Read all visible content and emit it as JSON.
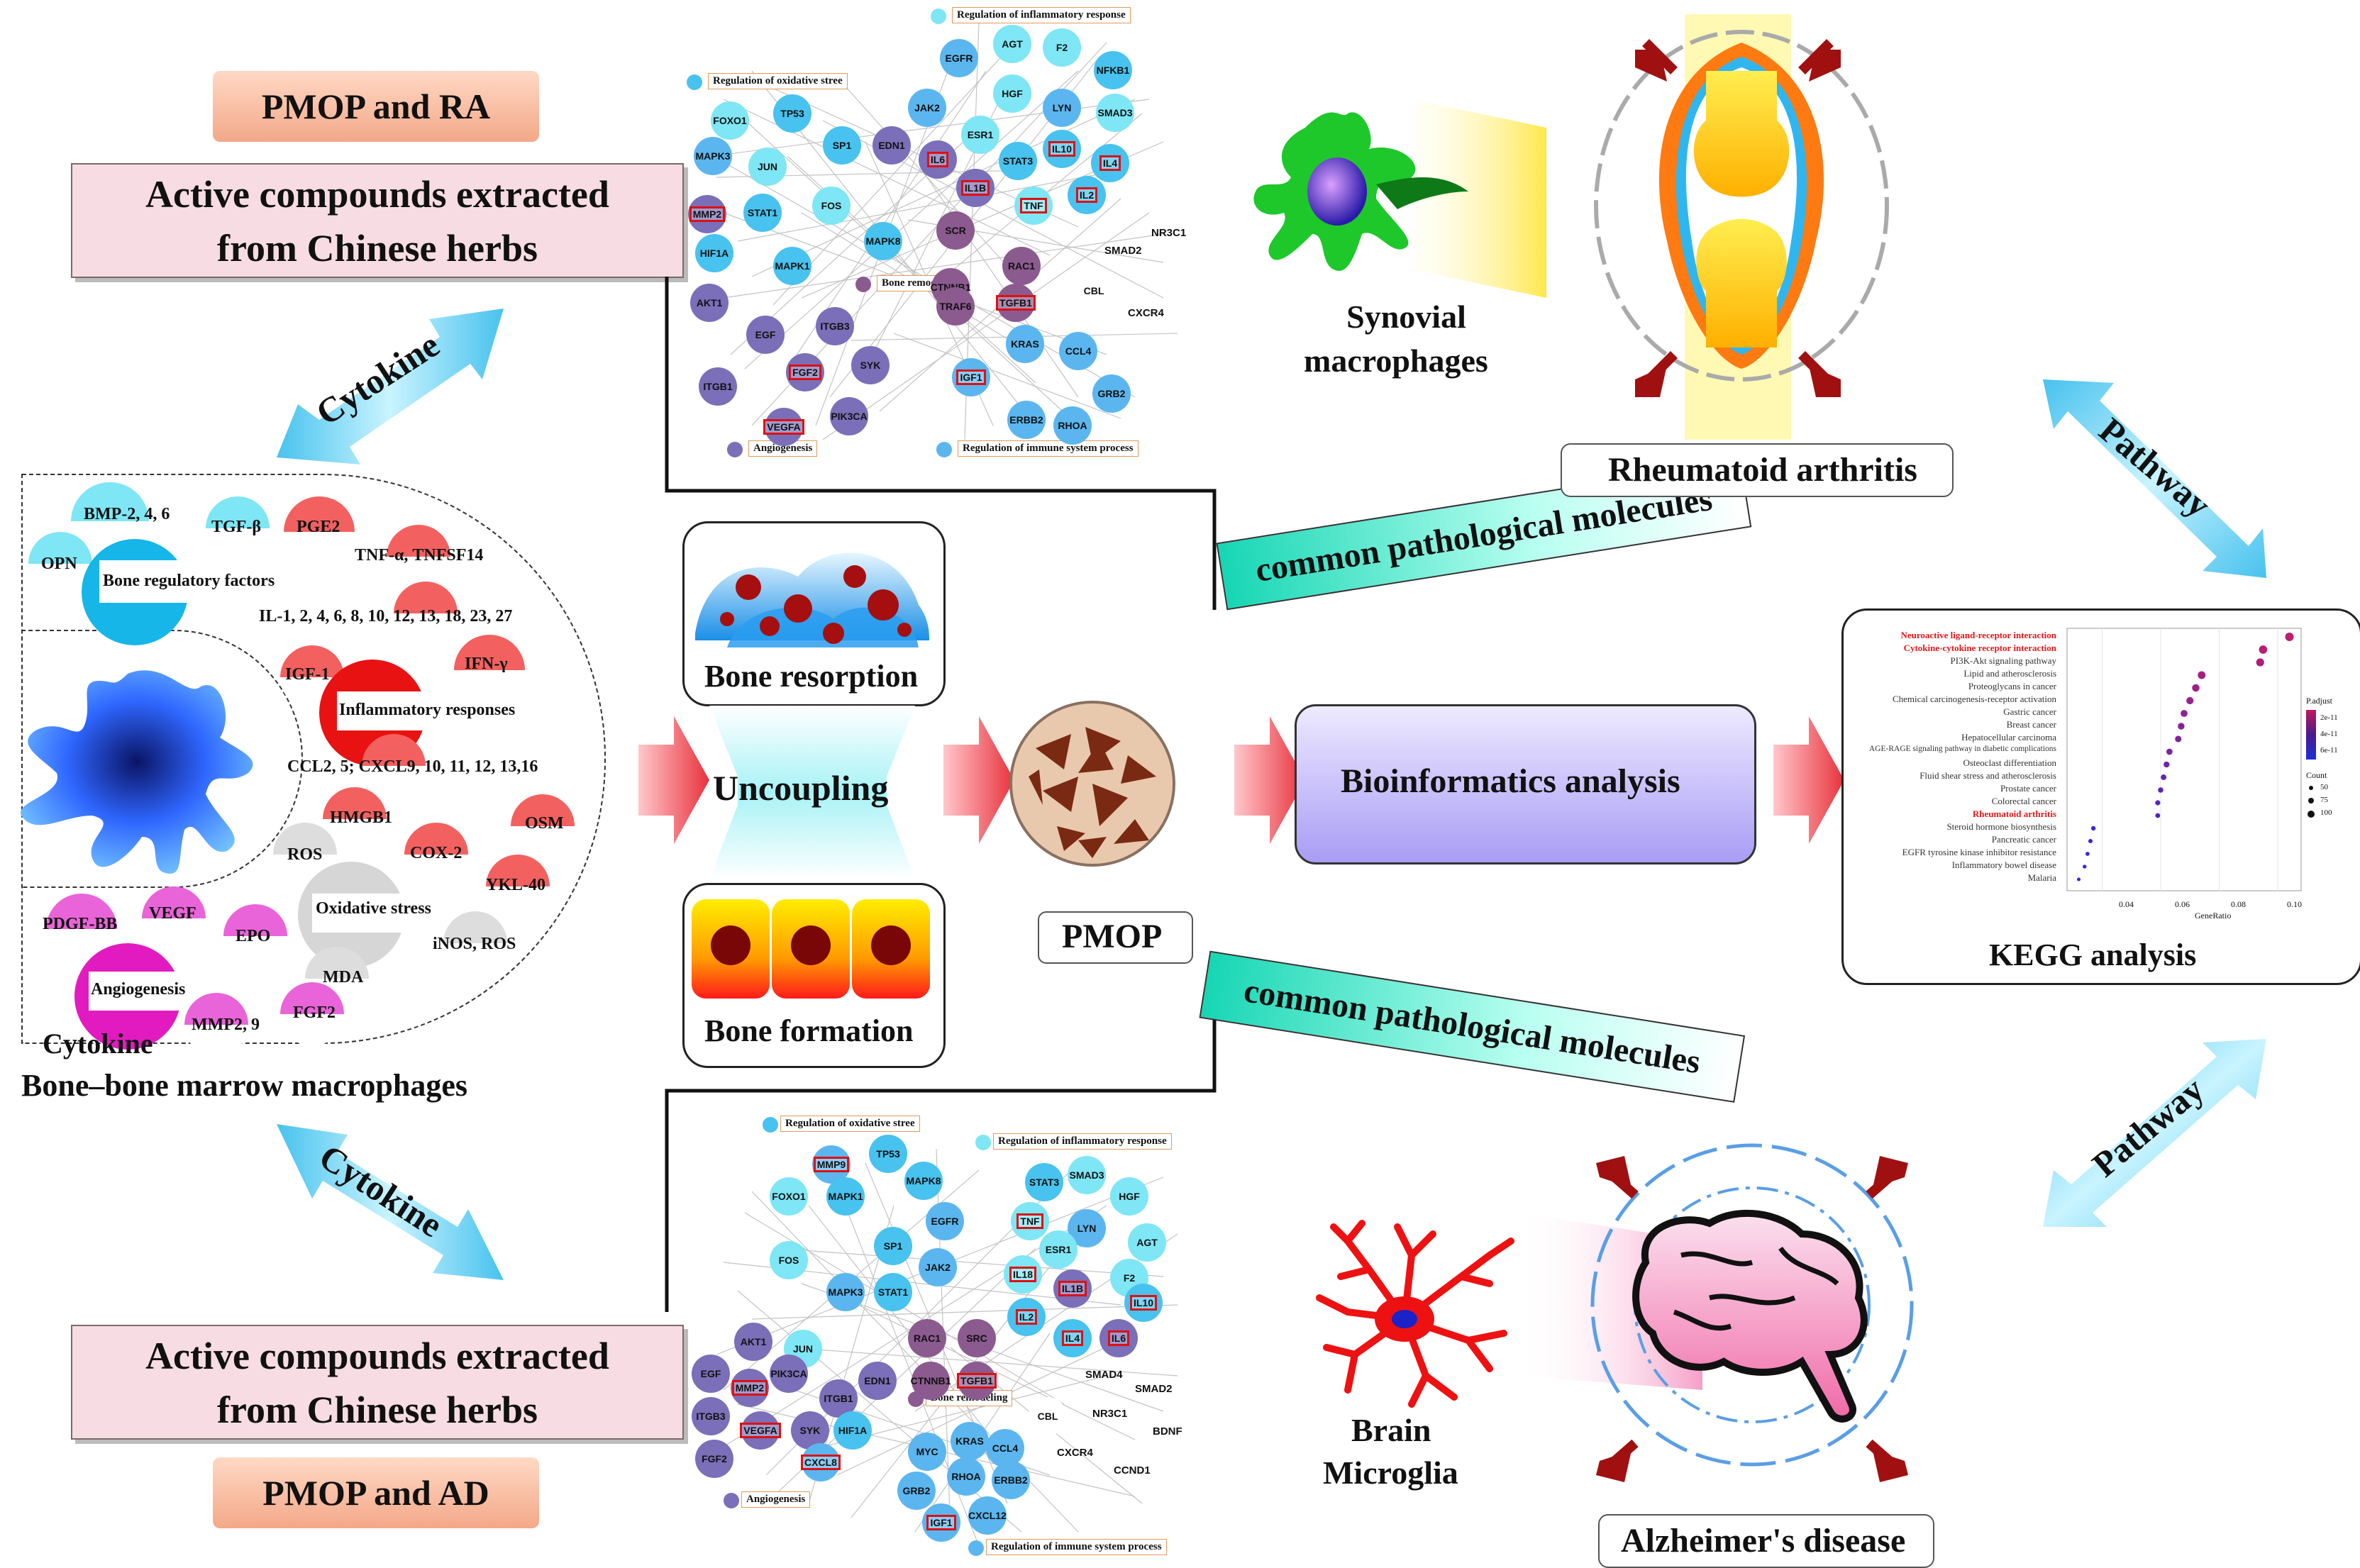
{
  "top_left": {
    "tag": "PMOP and RA",
    "box_line1": "Active compounds extracted",
    "box_line2": "from Chinese herbs"
  },
  "bottom_left": {
    "tag": "PMOP and AD",
    "box_line1": "Active compounds extracted",
    "box_line2": "from Chinese herbs"
  },
  "cytokine_arrow_top": "Cytokine",
  "cytokine_arrow_bottom": "Cytokine",
  "pathway_top": "Pathway",
  "pathway_bottom": "Pathway",
  "left_panel": {
    "groups": {
      "bone_regulatory": "Bone regulatory factors",
      "inflammatory": "Inflammatory responses",
      "oxidative": "Oxidative stress",
      "angiogenesis": "Angiogenesis"
    },
    "items": {
      "bmp": "BMP-2, 4, 6",
      "tgf": "TGF-β",
      "pge2": "PGE2",
      "opn": "OPN",
      "tnf": "TNF-α, TNFSF14",
      "il": "IL-1, 2, 4, 6, 8, 10, 12, 13, 18, 23, 27",
      "igf1": "IGF-1",
      "ifn": "IFN-γ",
      "ccl": "CCL2, 5; CXCL9, 10, 11, 12, 13,16",
      "hmgb1": "HMGB1",
      "ros": "ROS",
      "cox2": "COX-2",
      "osm": "OSM",
      "ykl": "YKL-40",
      "inos": "iNOS, ROS",
      "mda": "MDA",
      "pdgf": "PDGF-BB",
      "vegf": "VEGF",
      "epo": "EPO",
      "mmp": "MMP2, 9",
      "fgf2": "FGF2"
    },
    "cytokine_label": "Cytokine",
    "caption": "Bone–bone marrow macrophages"
  },
  "center": {
    "bone_resorption": "Bone resorption",
    "uncoupling": "Uncoupling",
    "bone_formation": "Bone formation",
    "pmop": "PMOP",
    "bioinformatics": "Bioinformatics analysis",
    "common_top": "common pathological molecules",
    "common_bottom": "common pathological molecules"
  },
  "right": {
    "synovial": [
      "Synovial",
      "macrophages"
    ],
    "ra": "Rheumatoid arthritis",
    "brain": [
      "Brain",
      "Microglia"
    ],
    "ad": "Alzheimer's disease",
    "kegg_title": "KEGG analysis"
  },
  "network_top": {
    "legends": {
      "inflammatory": "Regulation of inflammatory response",
      "oxidative": "Regulation of oxidative stree",
      "bone": "Bone remodeling",
      "angiogenesis": "Angiogenesis",
      "immune": "Regulation of immune system process"
    }
  },
  "network_bottom": {
    "legends": {
      "oxidative": "Regulation of oxidative stree",
      "inflammatory": "Regulation of inflammatory response",
      "bone": "Bone remodeling",
      "angiogenesis": "Angiogenesis",
      "immune": "Regulation of immune system process"
    }
  },
  "kegg_chart": {
    "terms": [
      "Neuroactive ligand-receptor interaction",
      "Cytokine-cytokine receptor interaction",
      "PI3K-Akt signaling pathway",
      "Lipid and atherosclerosis",
      "Proteoglycans in cancer",
      "Chemical carcinogenesis-receptor activation",
      "Gastric cancer",
      "Breast cancer",
      "Hepatocellular carcinoma",
      "AGE-RAGE signaling pathway in diabetic complications",
      "Osteoclast differentiation",
      "Fluid shear stress and atherosclerosis",
      "Prostate cancer",
      "Colorectal cancer",
      "Rheumatoid arthritis",
      "Steroid hormone biosynthesis",
      "Pancreatic cancer",
      "EGFR tyrosine kinase inhibitor resistance",
      "Inflammatory bowel disease",
      "Malaria"
    ],
    "gene_ratio": [
      0.104,
      0.095,
      0.094,
      0.074,
      0.072,
      0.07,
      0.068,
      0.067,
      0.066,
      0.063,
      0.062,
      0.061,
      0.06,
      0.059,
      0.059,
      0.037,
      0.036,
      0.035,
      0.034,
      0.032
    ],
    "highlighted": [
      0,
      1,
      14
    ],
    "xlabel": "GeneRatio",
    "xticks": [
      "0.04",
      "0.06",
      "0.08",
      "0.10"
    ],
    "legend_padj_title": "P.adjust",
    "legend_padj": [
      "2e-11",
      "4e-11",
      "6e-11"
    ],
    "legend_count_title": "Count",
    "legend_count": [
      "50",
      "75",
      "100"
    ]
  },
  "colors": {
    "red_arrow": "#e8323c",
    "cyan_arrow": "#48c2ee",
    "teal": "#16d6b4",
    "node_blue": "#5bb6f0",
    "node_purple": "#7a6fb8",
    "node_cyan": "#7ee6f5"
  }
}
